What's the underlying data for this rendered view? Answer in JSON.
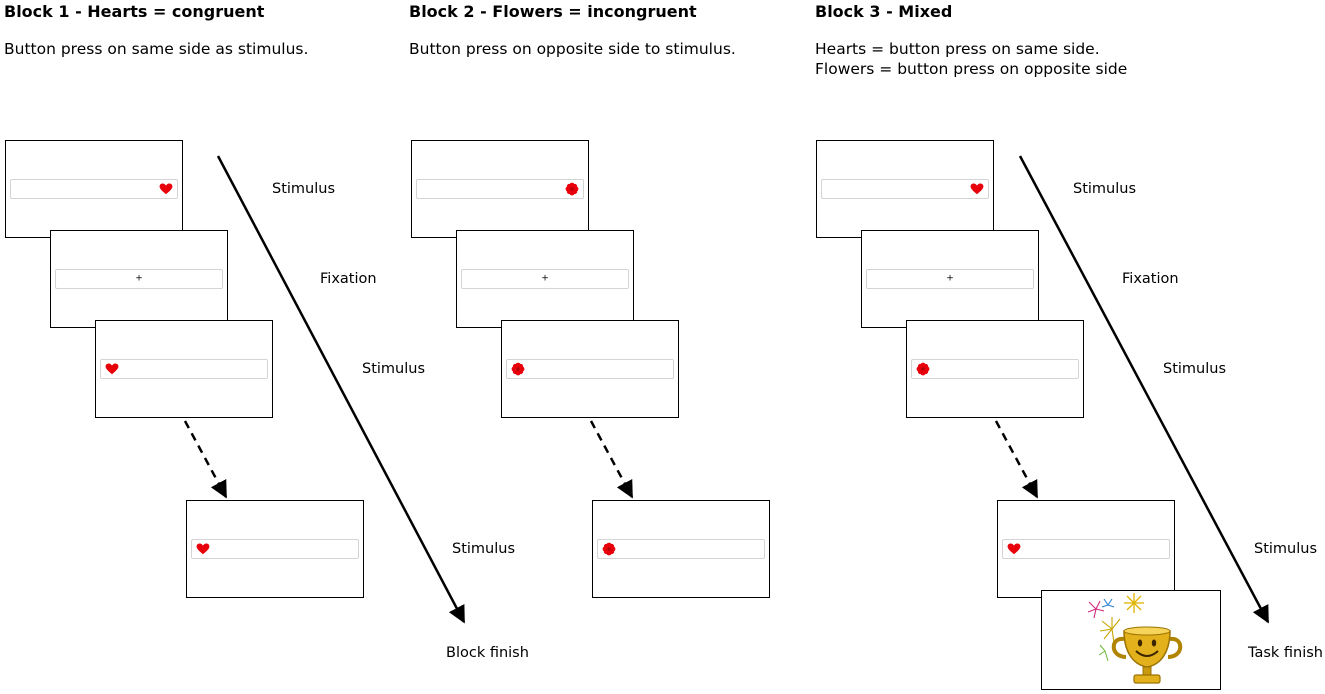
{
  "blocks": [
    {
      "title": "Block 1 - Hearts = congruent",
      "description": [
        "Button press on same side as stimulus."
      ],
      "end_label": "Block finish"
    },
    {
      "title": "Block 2 - Flowers = incongruent",
      "description": [
        "Button press on opposite side to stimulus."
      ],
      "end_label": ""
    },
    {
      "title": "Block 3 - Mixed",
      "description": [
        "Hearts = button press on same side.",
        "Flowers = button press on opposite side"
      ],
      "end_label": "Task finish"
    }
  ],
  "step_labels": {
    "stimulus": "Stimulus",
    "fixation": "Fixation"
  },
  "fixation_symbol": "+",
  "colors": {
    "stimulus_red": "#e8000b",
    "bar_border": "#d4d4d4",
    "frame": "#000000"
  },
  "icons": {
    "heart": "heart-icon",
    "flower": "flower-icon",
    "trophy": "trophy-icon",
    "fireworks": "fireworks-icon"
  }
}
